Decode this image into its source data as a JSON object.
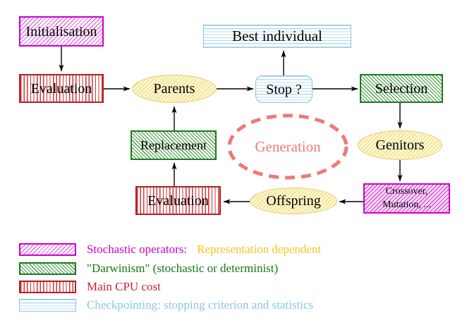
{
  "diagram": {
    "title_hint": "Evolutionary algorithm generation loop",
    "nodes": {
      "initialisation": {
        "label": "Initialisation"
      },
      "evaluation_top": {
        "label": "Evaluation"
      },
      "parents": {
        "label": "Parents"
      },
      "best_individual": {
        "label": "Best individual"
      },
      "stop": {
        "label": "Stop ?"
      },
      "selection": {
        "label": "Selection"
      },
      "genitors": {
        "label": "Genitors"
      },
      "crossover_mutation": {
        "line1": "Crossover,",
        "line2": "Mutation, ..."
      },
      "offspring": {
        "label": "Offspring"
      },
      "evaluation_bottom": {
        "label": "Evaluation"
      },
      "replacement": {
        "label": "Replacement"
      },
      "generation": {
        "label": "Generation"
      }
    },
    "colors": {
      "stochastic_magenta": "#cc00cc",
      "darwinism_green": "#1d7a1d",
      "cpu_red": "#b22020",
      "checkpoint_cyan": "#8fc2da",
      "population_yellow": "#e3cd6c",
      "generation_salmon": "#ee7979",
      "text_black": "#000000",
      "legend_yellow_text": "#f0c820"
    },
    "legend": {
      "items": [
        {
          "swatch": "magenta-hatch",
          "label": "Stochastic operators:",
          "label2": "Representation dependent"
        },
        {
          "swatch": "green-hatch",
          "label": "\"Darwinism\" (stochastic or determinist)"
        },
        {
          "swatch": "red-vertical-stripes",
          "label": "Main CPU cost"
        },
        {
          "swatch": "cyan-horizontal-stripes",
          "label": "Checkpointing: stopping criterion and statistics"
        }
      ]
    }
  }
}
